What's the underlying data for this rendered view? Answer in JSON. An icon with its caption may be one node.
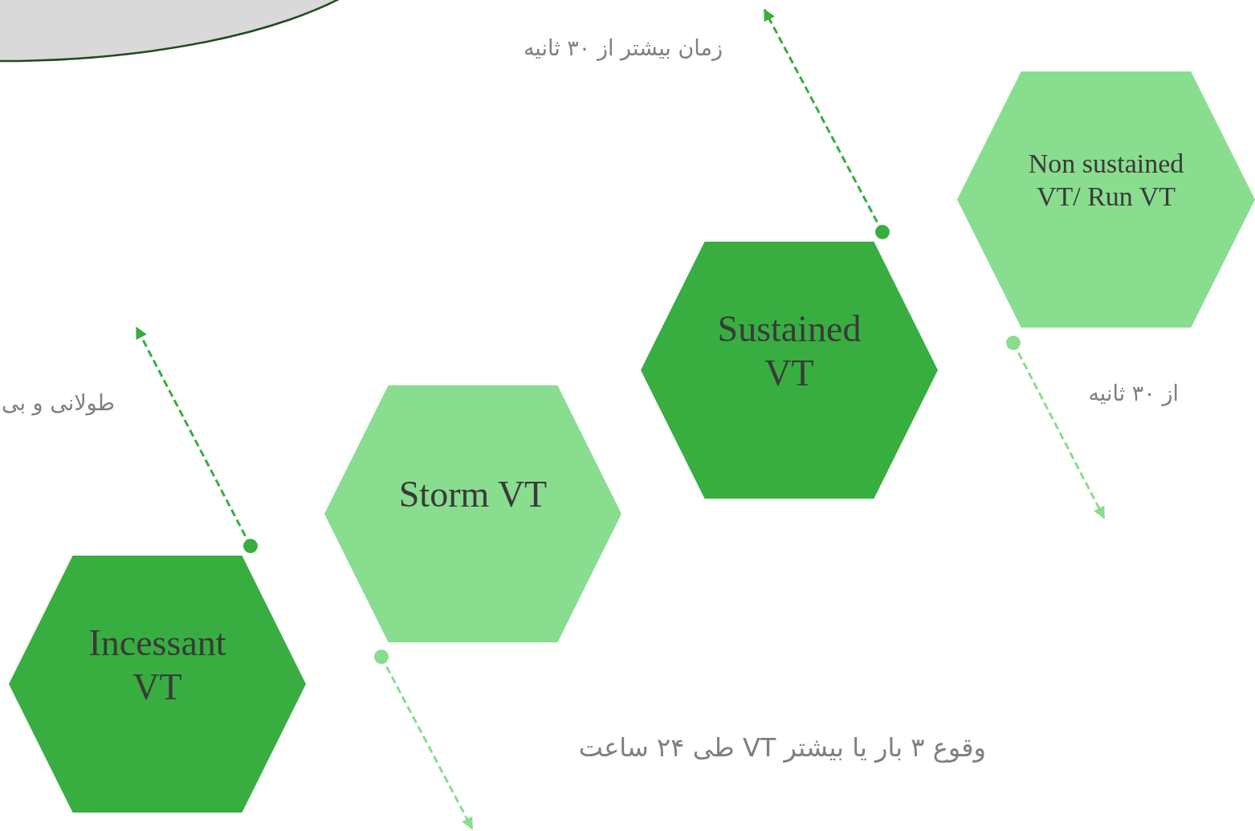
{
  "diagram": {
    "nodes": [
      {
        "text": [
          "Non sustained VT/ Run VT"
        ]
      },
      {
        "text": [
          "Sustained VT"
        ]
      },
      {
        "text": [
          "Storm VT"
        ]
      },
      {
        "text": [
          "Incessant VT"
        ]
      },
      {
        "text": [],
        "shape": "ellipse"
      }
    ],
    "edges": [
      {
        "from": 1,
        "to": null,
        "arrow": "to",
        "style": "dashed",
        "color": "#38ae40"
      },
      {
        "from": 0,
        "to": null,
        "arrow": "to",
        "style": "dashed",
        "color": "#88dd8e"
      },
      {
        "from": 2,
        "to": null,
        "arrow": "to",
        "style": "dashed",
        "color": "#88dd8e"
      },
      {
        "from": 3,
        "to": null,
        "arrow": "to",
        "style": "dashed",
        "color": "#38ae40"
      }
    ],
    "labels": [
      "زمان بیشتر از ۳۰ ثانیه",
      "از ۳۰ ثانیه",
      "طولانی و بی",
      "وقوع ۳ بار یا بیشتر VT طی ۲۴ ساعت"
    ]
  }
}
